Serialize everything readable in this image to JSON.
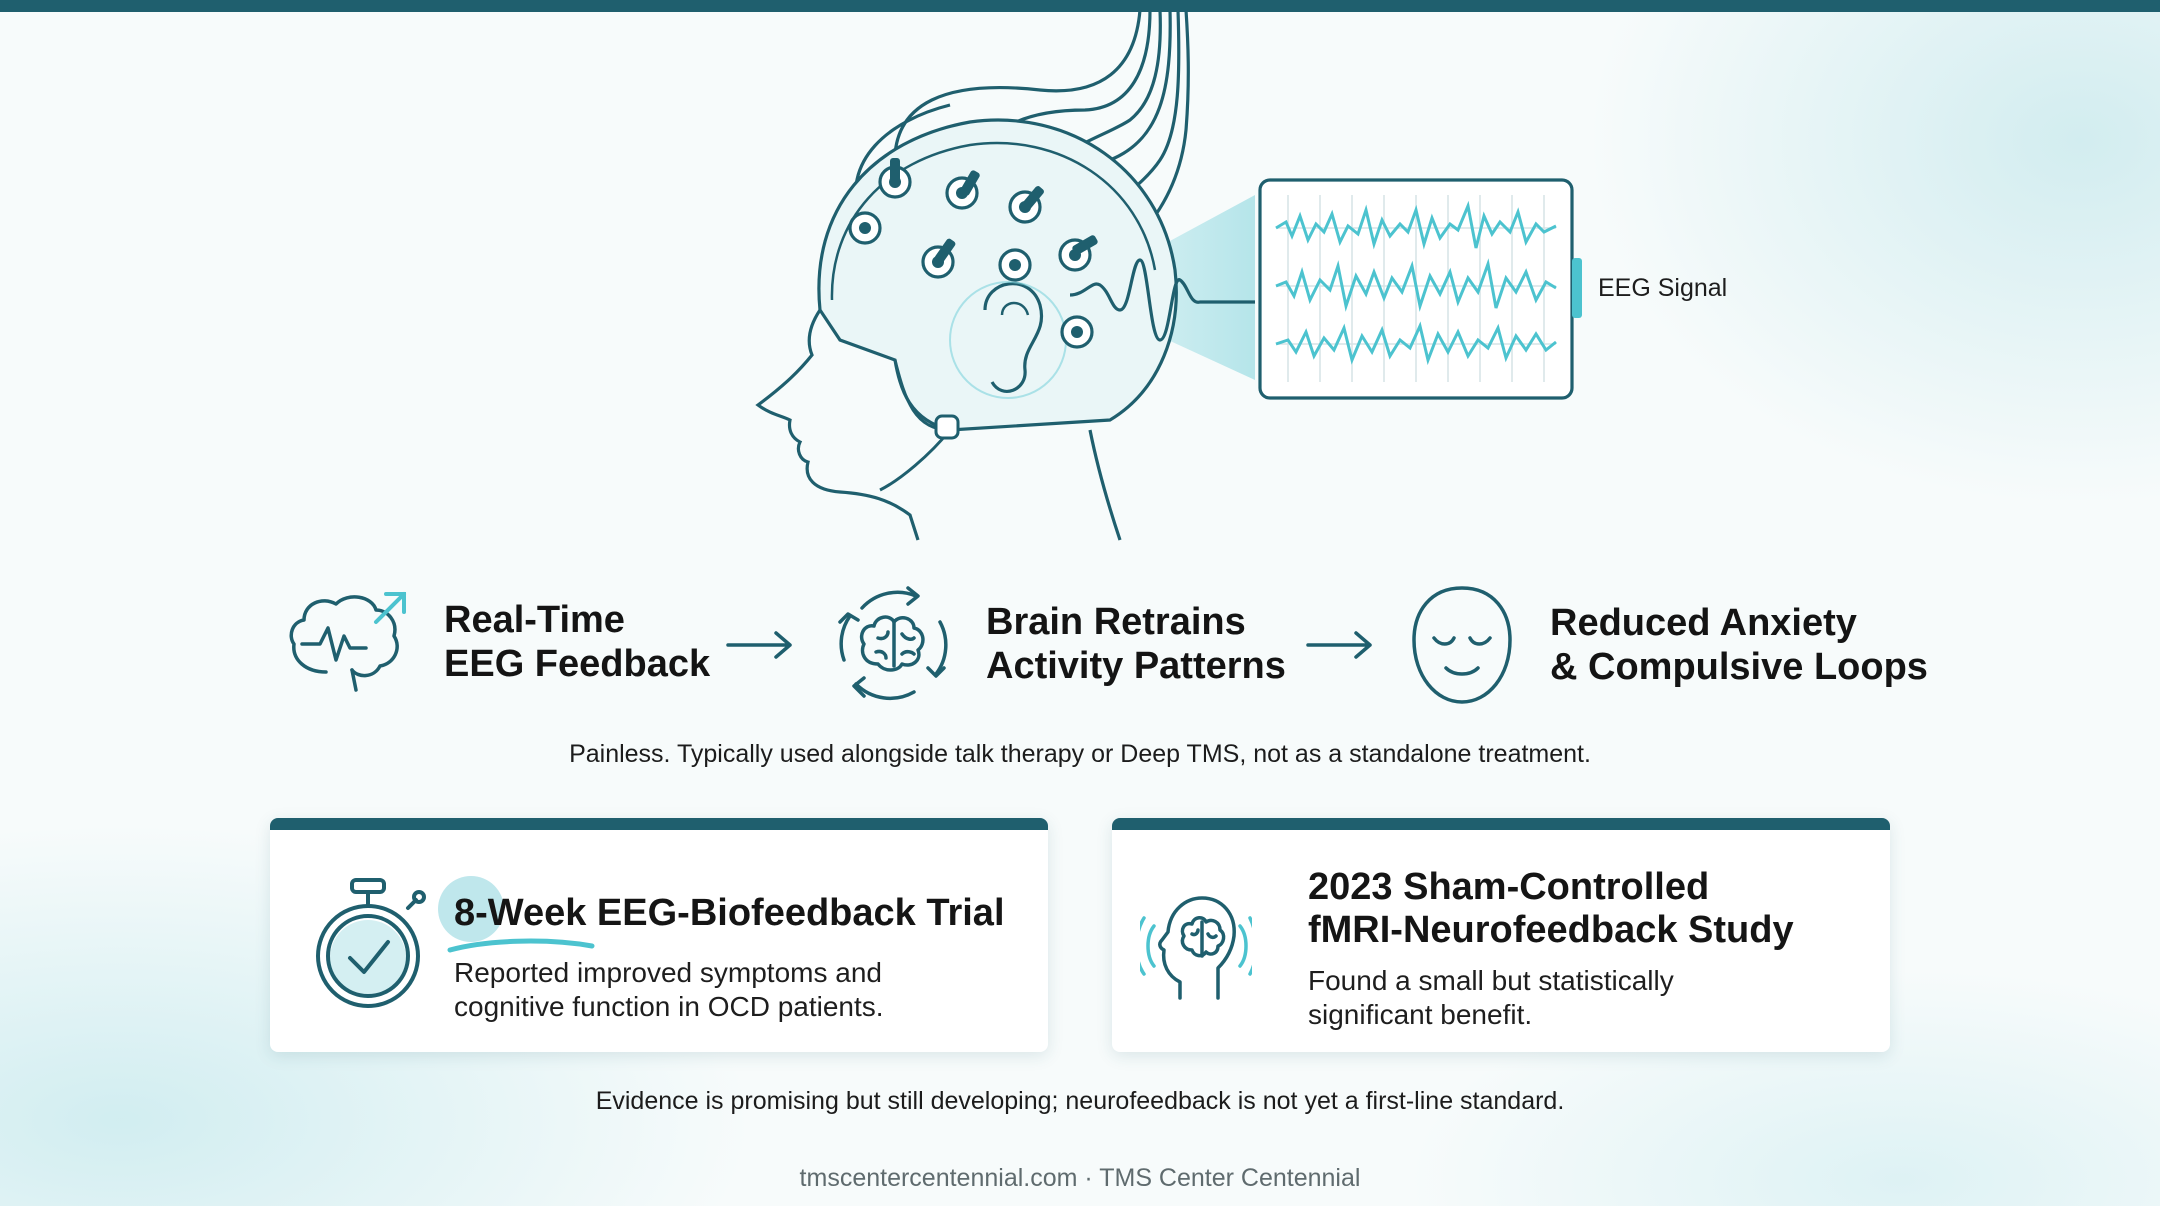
{
  "hero": {
    "signal_label": "EEG Signal"
  },
  "steps": [
    {
      "line1": "Real-Time",
      "line2": "EEG Feedback",
      "icon": "brain-wave-icon"
    },
    {
      "line1": "Brain Retrains",
      "line2": "Activity Patterns",
      "icon": "brain-cycle-icon"
    },
    {
      "line1": "Reduced Anxiety",
      "line2": "& Compulsive Loops",
      "icon": "calm-face-icon"
    }
  ],
  "note_top": "Painless. Typically used alongside talk therapy or Deep TMS, not as a standalone treatment.",
  "cards": [
    {
      "title_line1": "8-Week EEG-Biofeedback Trial",
      "desc_line1": "Reported improved symptoms and",
      "desc_line2": "cognitive function in OCD patients.",
      "icon": "stopwatch-icon"
    },
    {
      "title_line1": "2023 Sham-Controlled",
      "title_line2": "fMRI-Neurofeedback Study",
      "desc_line1": "Found a small but statistically",
      "desc_line2": "significant benefit.",
      "icon": "head-brain-icon"
    }
  ],
  "note_bottom": "Evidence is promising but still developing; neurofeedback is not yet a first-line standard.",
  "footer": "tmscentercentennial.com · TMS Center Centennial",
  "colors": {
    "primary": "#1f5f6e",
    "accent": "#4cc3cf",
    "text": "#111111"
  }
}
